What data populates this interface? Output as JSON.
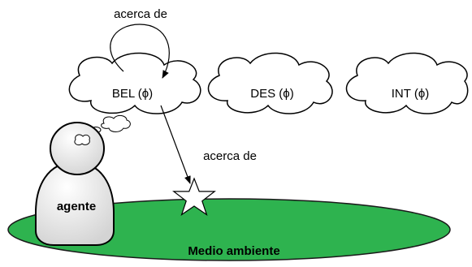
{
  "labels": {
    "self_relation": "acerca de",
    "world_relation": "acerca de",
    "agent": "agente",
    "environment": "Medio ambiente"
  },
  "clouds": [
    {
      "label": "BEL (ϕ)"
    },
    {
      "label": "DES (ϕ)"
    },
    {
      "label": "INT (ϕ)"
    }
  ],
  "colors": {
    "environment_fill": "#2eb34f",
    "environment_stroke": "#1a1a1a",
    "environment_text": "#ffffff",
    "agent_fill": "#e4e4e4",
    "agent_stroke": "#000000",
    "cloud_fill": "#ffffff",
    "cloud_stroke": "#000000"
  }
}
